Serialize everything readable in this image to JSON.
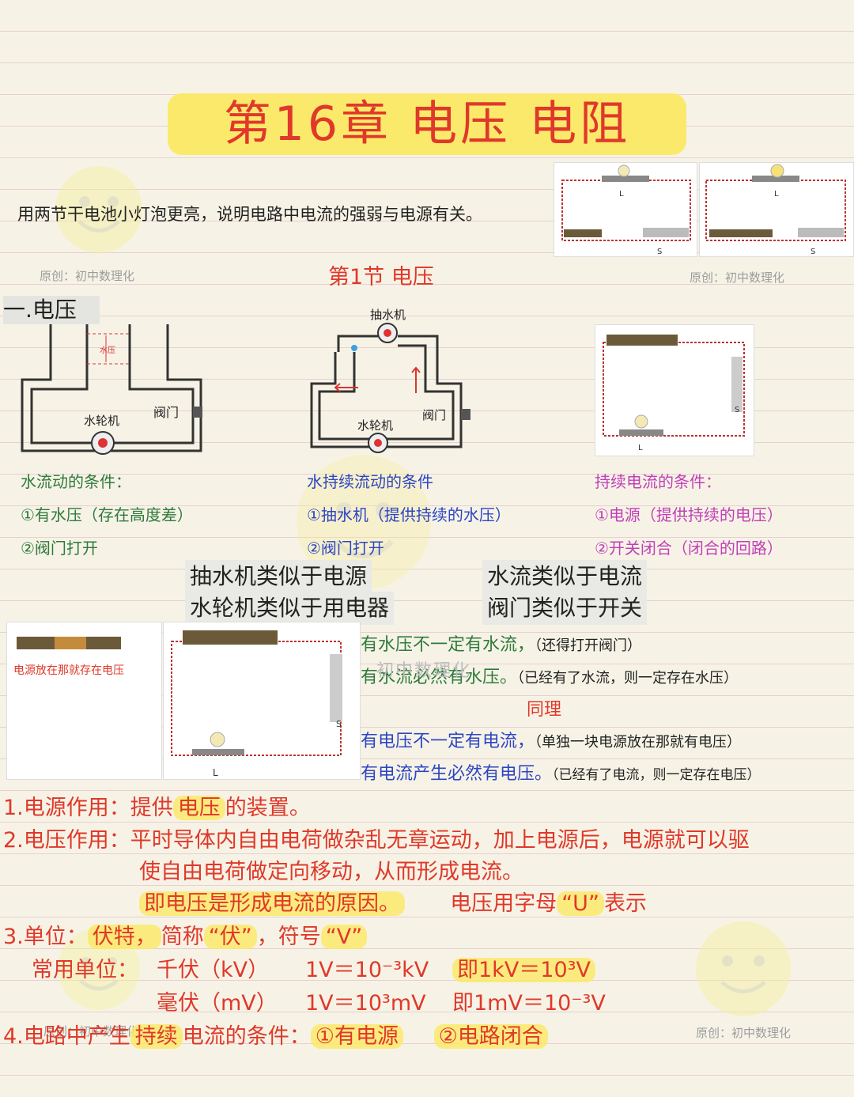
{
  "title": "第16章 电压  电阻",
  "intro": "用两节干电池小灯泡更亮，说明电路中电流的强弱与电源有关。",
  "watermark": "原创：初中数理化",
  "watermark_center": "初中数理化",
  "section_title": "第1节  电压",
  "heading_voltage": "一.电压",
  "diagram_labels": {
    "water_pressure": "水压",
    "water_wheel": "水轮机",
    "valve": "阀门",
    "pump": "抽水机",
    "bulb": "L",
    "switch": "S"
  },
  "columns": [
    {
      "title": "水流动的条件：",
      "items": [
        "①有水压（存在高度差）",
        "②阀门打开"
      ]
    },
    {
      "title": "水持续流动的条件",
      "items": [
        "①抽水机（提供持续的水压）",
        "②阀门打开"
      ]
    },
    {
      "title": "持续电流的条件：",
      "items": [
        "①电源（提供持续的电压）",
        "②开关闭合（闭合的回路）"
      ]
    }
  ],
  "analogies": [
    "抽水机类似于电源",
    "水轮机类似于用电器",
    "水流类似于电流",
    "阀门类似于开关"
  ],
  "battery_caption": "电源放在那就存在电压",
  "water_notes": {
    "line1_main": "有水压不一定有水流，",
    "line1_note": "（还得打开阀门）",
    "line2_main": "有水流必然有水压。",
    "line2_note": "（已经有了水流，则一定存在水压）",
    "same": "同理",
    "line3_main": "有电压不一定有电流，",
    "line3_note": "（单独一块电源放在那就有电压）",
    "line4_main": "有电流产生必然有电压。",
    "line4_note": "（已经有了电流，则一定存在电压）"
  },
  "points": {
    "p1_a": "1.电源作用：提供",
    "p1_b": "电压",
    "p1_c": "的装置。",
    "p2_a": "2.电压作用：平时导体内自由电荷做杂乱无章运动，加上电源后，电源就可以驱",
    "p2_b": "使自由电荷做定向移动，从而形成电流。",
    "p2_c": "即电压是形成电流的原因。",
    "p2_d": "电压用字母",
    "p2_e": "“U”",
    "p2_f": "表示",
    "p3_a": "3.单位：",
    "p3_b": "伏特，",
    "p3_c": "简称",
    "p3_d": "“伏”",
    "p3_e": "，符号",
    "p3_f": "“V”",
    "units_label": "常用单位：",
    "kv_name": "千伏（kV）",
    "kv_rel": "1V＝10⁻³kV",
    "kv_rel2": "即1kV＝10³V",
    "mv_name": "毫伏（mV）",
    "mv_rel": "1V＝10³mV",
    "mv_rel2": "即1mV＝10⁻³V",
    "p4_a": "4.电路中产生",
    "p4_b": "持续",
    "p4_c": "电流的条件：",
    "p4_d": "①有电源",
    "p4_e": "②电路闭合"
  },
  "colors": {
    "red": "#e0382a",
    "green": "#2f7a3c",
    "blue": "#2e45c4",
    "pink": "#c23fb8",
    "highlight": "#fbe96b"
  }
}
